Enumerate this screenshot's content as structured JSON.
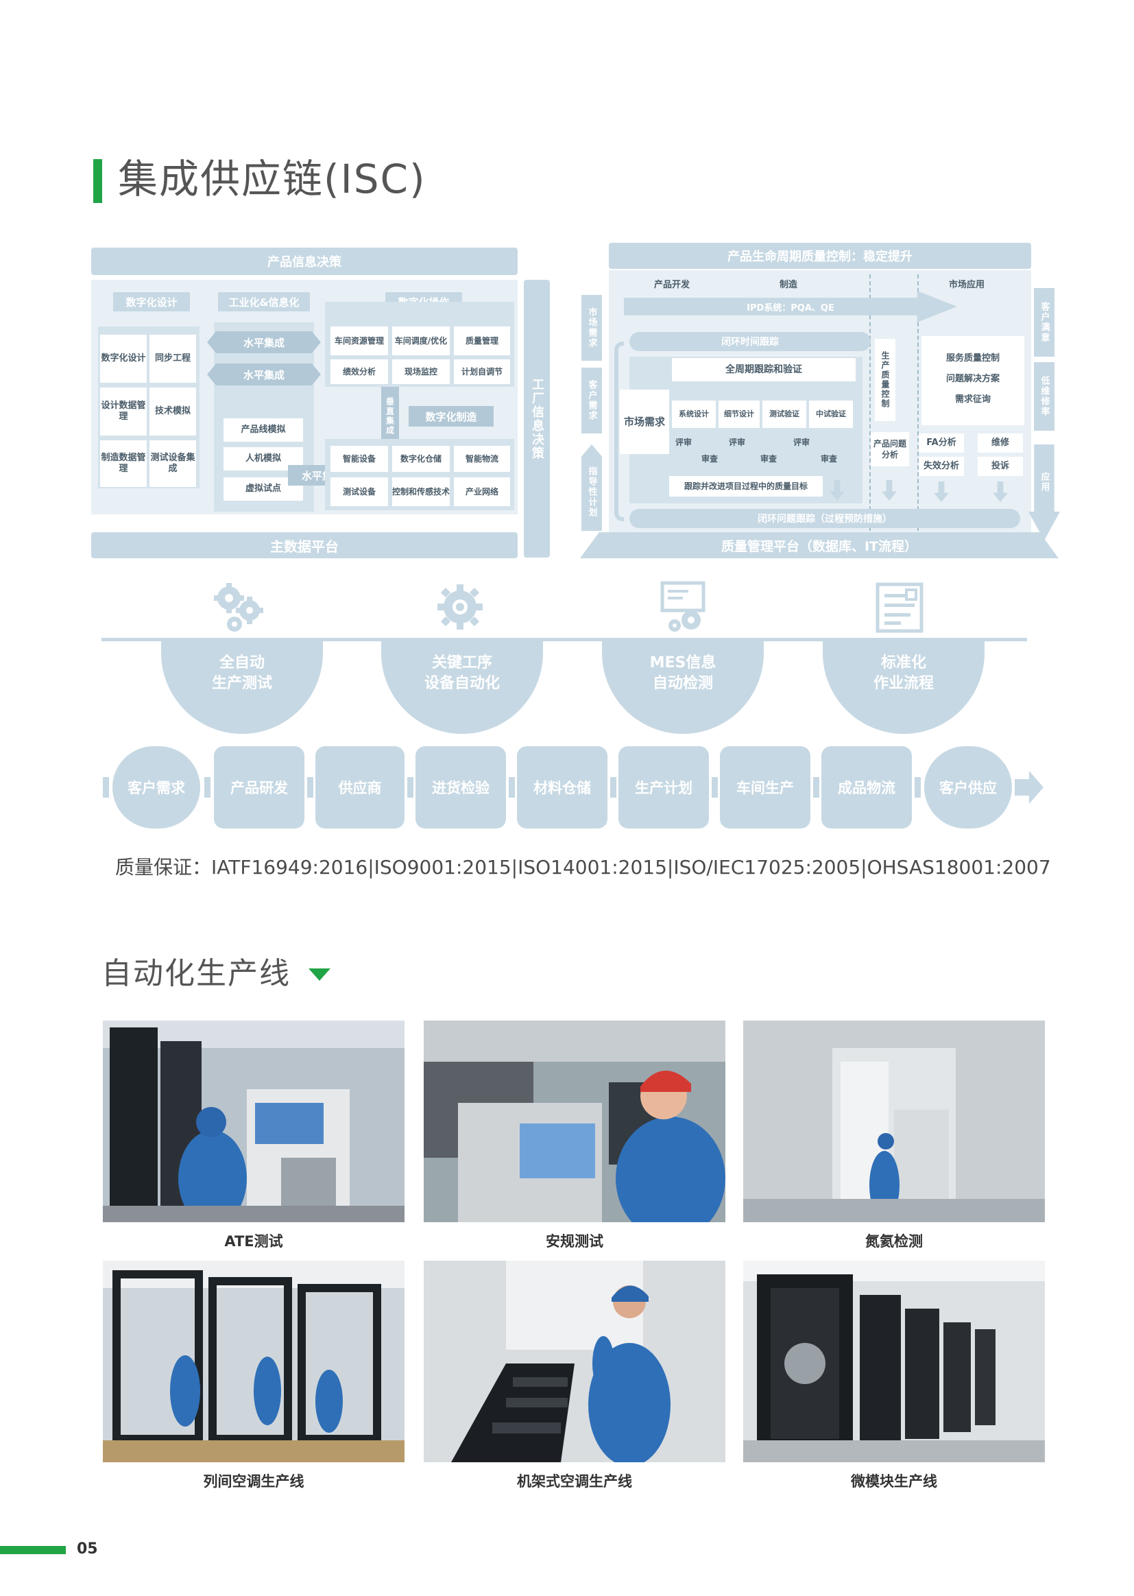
{
  "page_title": "集成供应链(ISC)",
  "left_diagram": {
    "top_banner": "产品信息决策",
    "bottom_banner": "主数据平台",
    "right_vertical": "工厂信息决策",
    "col1_header": "数字化设计",
    "col1_cells": [
      "数字化设计",
      "同步工程",
      "设计数据管理",
      "技术模拟",
      "制造数据管理",
      "测试设备集成"
    ],
    "col2_header": "工业化&信息化",
    "col2_cells": [
      "产品线模拟",
      "人机模拟",
      "虚拟试点"
    ],
    "col3_header": "数字化操作",
    "col3_cells": [
      "车间资源管理",
      "车间调度/优化",
      "质量管理",
      "绩效分析",
      "现场监控",
      "计划自调节"
    ],
    "col3_subheader": "数字化制造",
    "col3_cells2": [
      "智能设备",
      "数字化仓储",
      "智能物流",
      "测试设备",
      "控制和传感技术",
      "产业网络"
    ],
    "horizontal_1": "水平集成",
    "horizontal_2": "水平集成",
    "horizontal_3": "水平集成",
    "vertical_integration": "垂直集成"
  },
  "right_diagram": {
    "top_banner": "产品生命周期质量控制：稳定提升",
    "phases": [
      "产品开发",
      "制造",
      "市场应用"
    ],
    "ipd_arrow": "IPD系统：PQA、QE",
    "left_labels": [
      "市场需求",
      "客户需求",
      "指导性计划"
    ],
    "right_labels": [
      "客户满意",
      "低维修率",
      "应用"
    ],
    "closed_loop": "闭环时间跟踪",
    "full_cycle": "全周期跟踪和验证",
    "market_demand": "市场需求",
    "design_steps": [
      "系统设计",
      "细节设计",
      "测试验证",
      "中试验证"
    ],
    "reviews": [
      "评审",
      "评审",
      "评审"
    ],
    "audits": [
      "审查",
      "审查",
      "审查"
    ],
    "tracking_goal": "跟踪并改进项目过程中的质量目标",
    "production_quality": "生产质量控制",
    "problem_analysis": "产品问题分析",
    "services": [
      "服务质量控制",
      "问题解决方案",
      "需求征询"
    ],
    "fa": [
      "FA分析",
      "维修",
      "失效分析",
      "投诉"
    ],
    "closed_issue": "闭环问题跟踪（过程预防措施）",
    "bottom_banner": "质量管理平台（数据库、IT流程）"
  },
  "pillars": [
    {
      "line1": "全自动",
      "line2": "生产测试",
      "icon": "gears-icon"
    },
    {
      "line1": "关键工序",
      "line2": "设备自动化",
      "icon": "gear-icon"
    },
    {
      "line1": "MES信息",
      "line2": "自动检测",
      "icon": "monitor-gear-icon"
    },
    {
      "line1": "标准化",
      "line2": "作业流程",
      "icon": "document-icon"
    }
  ],
  "process_steps": [
    "客户需求",
    "产品研发",
    "供应商",
    "进货检验",
    "材料仓储",
    "生产计划",
    "车间生产",
    "成品物流",
    "客户供应"
  ],
  "quality": "质量保证：IATF16949:2016|ISO9001:2015|ISO14001:2015|ISO/IEC17025:2005|OHSAS18001:2007",
  "section2_title": "自动化生产线",
  "photos": [
    {
      "caption": "ATE测试"
    },
    {
      "caption": "安规测试"
    },
    {
      "caption": "氮氦检测"
    },
    {
      "caption": "列间空调生产线"
    },
    {
      "caption": "机架式空调生产线"
    },
    {
      "caption": "微模块生产线"
    }
  ],
  "page_number": "05",
  "colors": {
    "accent": "#21a446",
    "diagram": "#c6d8e3",
    "pane": "#e8f0f5"
  }
}
